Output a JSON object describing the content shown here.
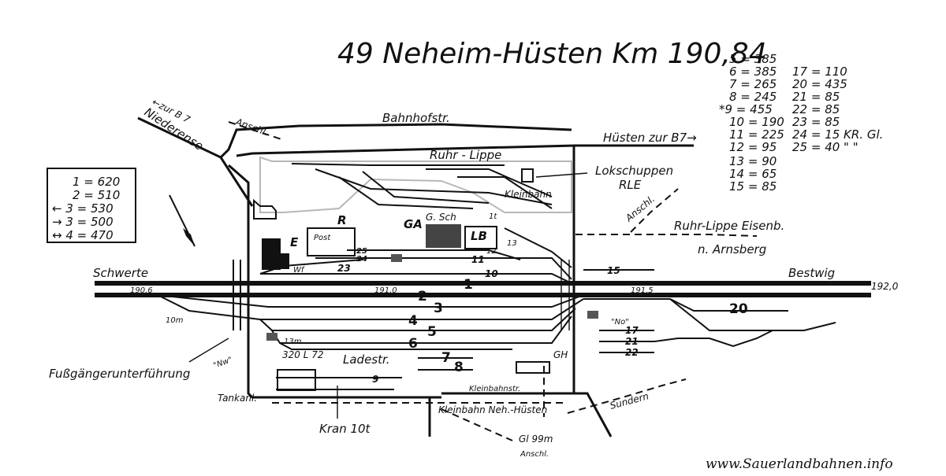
{
  "title": "49 Neheim-Hüsten Km 190,84",
  "legend_box": [
    "1 = 620",
    "2 = 510",
    "← 3 = 530",
    "→ 3 = 500",
    "↔ 4 = 470"
  ],
  "track_lengths_col1": [
    "5 = 385",
    "6 = 385",
    "7 = 265",
    "8 = 245",
    "*9 = 455",
    "10 = 190",
    "11 = 225",
    "12 = 95",
    "13 = 90",
    "14 = 65",
    "15 = 85"
  ],
  "track_lengths_col2": [
    "17 = 110",
    "20 = 435",
    "21 = 85",
    "22 = 85",
    "23 = 85",
    "24 = 15 KR. Gl.",
    "25 = 40 \" \""
  ],
  "places": {
    "zur_b7_left": "←zur B 7",
    "niederense": "Niederense",
    "anschl_top": "Anschl.",
    "bahnhofstr": "Bahnhofstr.",
    "huesten": "Hüsten zur B7→",
    "ruhr_lippe": "Ruhr - Lippe",
    "lokschuppen": "Lokschuppen",
    "rle": "RLE",
    "kleinbahn": "Kleinbahn",
    "anschl_right": "Anschl.",
    "ruhr_lippe_eisenb": "Ruhr-Lippe Eisenb.",
    "n_arnsberg": "n. Arnsberg",
    "schwerte": "Schwerte",
    "bestwig": "Bestwig",
    "km_190_6": "190,6",
    "km_191_0": "191,0",
    "km_191_5": "191,5",
    "km_192_0": "192,0",
    "ten_m": "10m",
    "no": "\"No\"",
    "nw": "\"Nw\"",
    "fussgaenger": "Fußgängerunterführung",
    "tankanl": "Tankanl.",
    "kran": "Kran 10t",
    "ladestr": "Ladestr.",
    "l320": "320 L 72",
    "kleinbahnstr": "Kleinbahnstr.",
    "kleinbahn_neh": "Kleinbahn Neh.-Hüsten",
    "sundern": "Sundern",
    "gl99": "Gl 99m",
    "anschl_bottom": "Anschl.",
    "gh": "GH",
    "ga": "GA",
    "gsch": "G. Sch",
    "lb": "LB",
    "r": "R",
    "post": "Post",
    "e": "E",
    "wf": "Wf",
    "thirteen_m": "13m",
    "one_t": "1t",
    "website": "www.Sauerlandbahnen.info"
  },
  "track_numbers": [
    "1",
    "2",
    "3",
    "4",
    "5",
    "6",
    "7",
    "8",
    "9",
    "10",
    "11",
    "12",
    "13",
    "15",
    "17",
    "20",
    "21",
    "22",
    "23",
    "24",
    "25"
  ]
}
